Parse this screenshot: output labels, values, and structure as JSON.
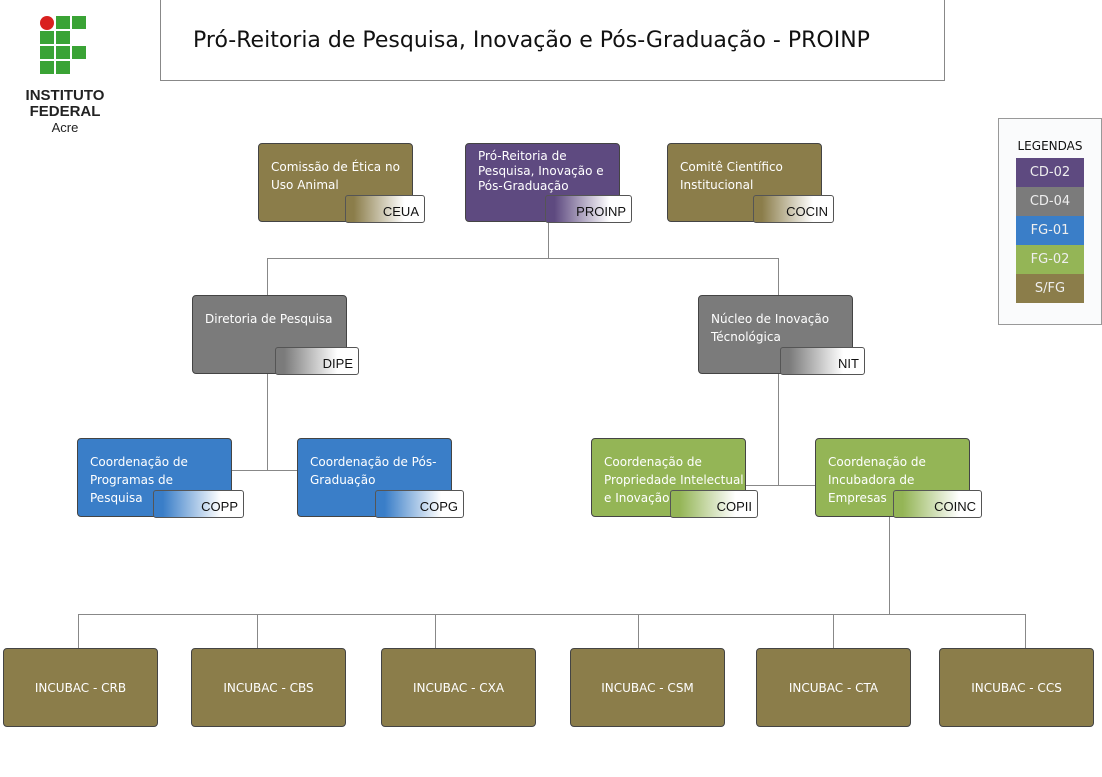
{
  "header": {
    "title": "Pró-Reitoria de Pesquisa, Inovação e Pós-Graduação - PROINP"
  },
  "logo": {
    "line1": "INSTITUTO",
    "line2": "FEDERAL",
    "line3": "Acre"
  },
  "colors": {
    "CD-02": "#5e4a80",
    "CD-04": "#7b7b7b",
    "FG-01": "#3a7ec8",
    "FG-02": "#94b556",
    "S/FG": "#8b7d4a"
  },
  "legend": {
    "title": "LEGENDAS",
    "items": [
      "CD-02",
      "CD-04",
      "FG-01",
      "FG-02",
      "S/FG"
    ]
  },
  "units": [
    {
      "name": "Comissão de Ética no Uso Animal",
      "abbr": "CEUA",
      "level": "S/FG"
    },
    {
      "name": "Pró-Reitoria de Pesquisa, Inovação e Pós-Graduação",
      "abbr": "PROINP",
      "level": "CD-02"
    },
    {
      "name": "Comitê Científico Institucional",
      "abbr": "COCIN",
      "level": "S/FG"
    },
    {
      "name": "Diretoria de Pesquisa",
      "abbr": "DIPE",
      "level": "CD-04"
    },
    {
      "name": "Núcleo de Inovação Técnológica",
      "abbr": "NIT",
      "level": "CD-04"
    },
    {
      "name": "Coordenação de Programas de Pesquisa",
      "abbr": "COPP",
      "level": "FG-01"
    },
    {
      "name": "Coordenação de Pós-Graduação",
      "abbr": "COPG",
      "level": "FG-01"
    },
    {
      "name": "Coordenação de Propriedade Intelectual e Inovação",
      "abbr": "COPII",
      "level": "FG-02"
    },
    {
      "name": "Coordenação de Incubadora de Empresas",
      "abbr": "COINC",
      "level": "FG-02"
    }
  ],
  "incubators": [
    "INCUBAC - CRB",
    "INCUBAC - CBS",
    "INCUBAC - CXA",
    "INCUBAC - CSM",
    "INCUBAC - CTA",
    "INCUBAC - CCS"
  ]
}
